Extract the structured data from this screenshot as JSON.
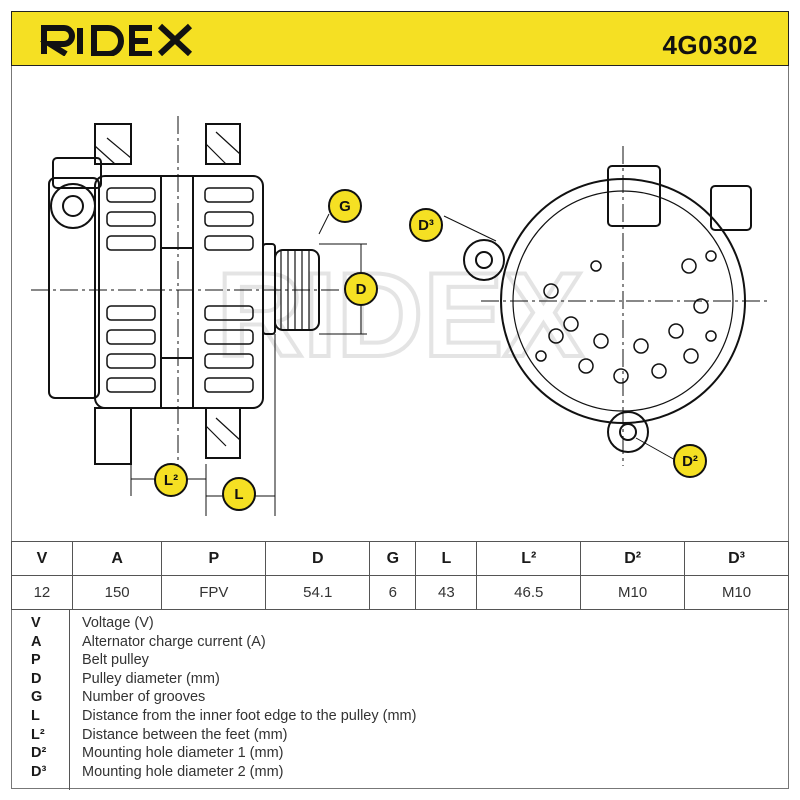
{
  "header": {
    "brand": "RIDEX",
    "part_number": "4G0302",
    "brand_color": "#f5e023"
  },
  "drawing": {
    "watermark": "RIDEX",
    "callouts": {
      "g": "G",
      "d": "D",
      "l2": "L²",
      "l": "L",
      "d3": "D³",
      "d2": "D²"
    }
  },
  "spec_table": {
    "headers": [
      "V",
      "A",
      "P",
      "D",
      "G",
      "L",
      "L²",
      "D²",
      "D³"
    ],
    "values": [
      "12",
      "150",
      "FPV",
      "54.1",
      "6",
      "43",
      "46.5",
      "M10",
      "M10"
    ]
  },
  "legend": [
    {
      "symbol": "V",
      "description": "Voltage (V)"
    },
    {
      "symbol": "A",
      "description": "Alternator charge current (A)"
    },
    {
      "symbol": "P",
      "description": "Belt pulley"
    },
    {
      "symbol": "D",
      "description": "Pulley diameter (mm)"
    },
    {
      "symbol": "G",
      "description": "Number of grooves"
    },
    {
      "symbol": "L",
      "description": "Distance from the inner foot edge to the pulley (mm)"
    },
    {
      "symbol": "L²",
      "description": "Distance between the feet (mm)"
    },
    {
      "symbol": "D²",
      "description": "Mounting hole diameter 1 (mm)"
    },
    {
      "symbol": "D³",
      "description": "Mounting hole diameter 2 (mm)"
    }
  ]
}
